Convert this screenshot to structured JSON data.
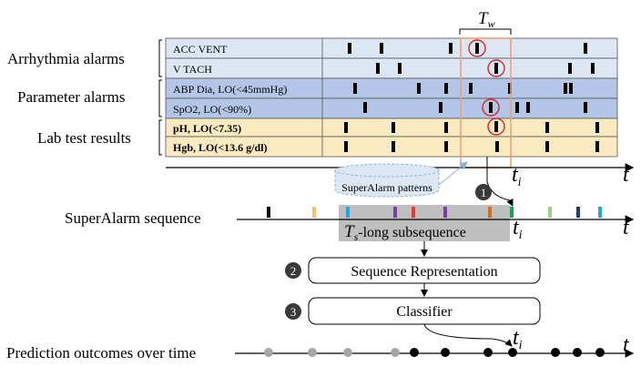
{
  "groups": [
    {
      "label": "Arrhythmia alarms",
      "rows": [
        "ACC VENT",
        "V TACH"
      ],
      "color": "#dde7f4"
    },
    {
      "label": "Parameter alarms",
      "rows": [
        "ABP Dia, LO(<45mmHg)",
        "SpO2, LO(<90%)"
      ],
      "color": "#b3c6e7"
    },
    {
      "label": "Lab test results",
      "rows": [
        "pH, LO(<7.35)",
        "Hgb, LO(<13.6 g/dl)"
      ],
      "color": "#fbeac0"
    }
  ],
  "window_label": {
    "main": "T",
    "sub": "w"
  },
  "time_label": {
    "main": "t",
    "sub": "i"
  },
  "axis_label": "t",
  "patterns_label": "SuperAlarm patterns",
  "sequence_label": "SuperAlarm sequence",
  "subsequence_label": {
    "main": "T",
    "sub": "s",
    "rest": "-long subsequence"
  },
  "steps": [
    {
      "number": "1"
    },
    {
      "number": "2",
      "label": "Sequence Representation"
    },
    {
      "number": "3",
      "label": "Classifier"
    }
  ],
  "outcomes_label": "Prediction outcomes over time",
  "colors": {
    "highlight_border": "#f2a173",
    "circle": "#d7262a",
    "subsequence_bg": "#bfbfbf",
    "pattern_bg": "#dde7f4",
    "negative": "#a6a6a6",
    "positive": "#000000"
  },
  "marker_colors": [
    "#000000",
    "#f4c36b",
    "#21a7e1",
    "#7a3fa0",
    "#e53935",
    "#7a3fa0",
    "#d46f1d",
    "#1aa347",
    "#a3cf8a",
    "#263a7a",
    "#21a7e1"
  ],
  "outcomes": [
    "negative",
    "negative",
    "negative",
    "negative",
    "positive",
    "positive",
    "positive",
    "positive",
    "positive",
    "positive",
    "positive"
  ]
}
